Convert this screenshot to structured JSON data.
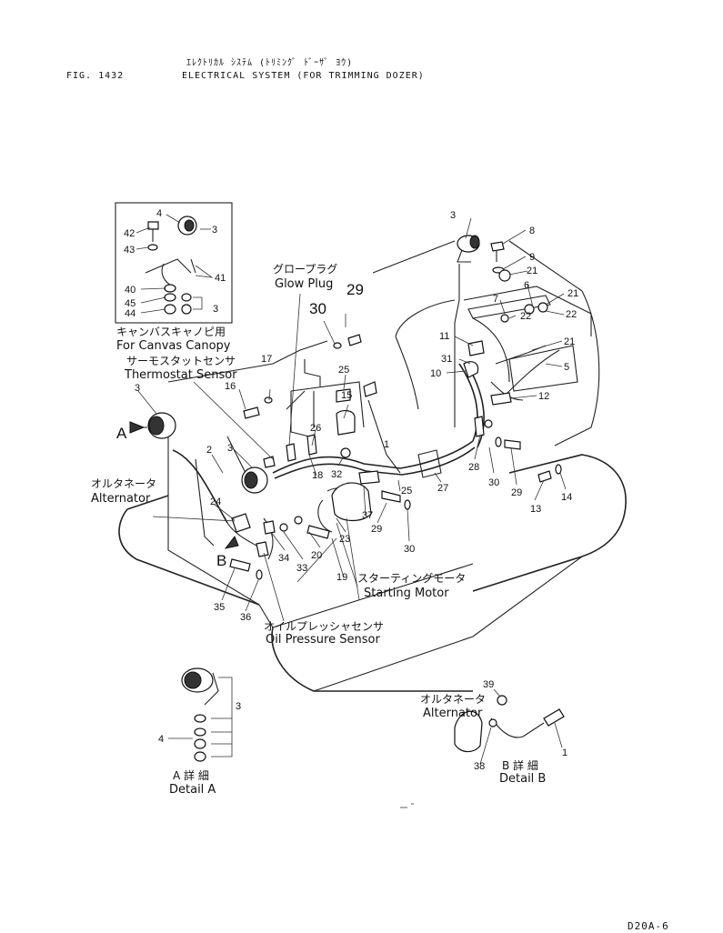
{
  "header": {
    "fig": "FIG. 1432",
    "title_jp": "ｴﾚｸﾄﾘｶﾙ ｼｽﾃﾑ (ﾄﾘﾐﾝｸﾞ ﾄﾞｰｻﾞ ﾖｳ)",
    "title_en": "ELECTRICAL SYSTEM (FOR TRIMMING DOZER)"
  },
  "footer": {
    "code": "D20A-6"
  },
  "labels": {
    "glow_plug_jp": "グロープラグ",
    "glow_plug_en": "Glow Plug",
    "canopy_jp": "キャンバスキャノピ用",
    "canopy_en": "For Canvas Canopy",
    "thermostat_jp": "サーモスタットセンサ",
    "thermostat_en": "Thermostat Sensor",
    "alternator_jp": "オルタネータ",
    "alternator_en": "Alternator",
    "starting_jp": "スターティングモータ",
    "starting_en": "Starting Motor",
    "oil_jp": "オイルプレッシャセンサ",
    "oil_en": "Oil Pressure Sensor",
    "detail_a_jp": "A 詳 細",
    "detail_a_en": "Detail A",
    "detail_b_jp": "B 詳 細",
    "detail_b_en": "Detail B",
    "alt_b_jp": "オルタネータ",
    "alt_b_en": "Alternator",
    "arrow_a": "A",
    "arrow_b": "B"
  },
  "callouts": {
    "n1": "1",
    "n2": "2",
    "n3": "3",
    "n4": "4",
    "n5": "5",
    "n6": "6",
    "n7": "7",
    "n8": "8",
    "n9": "9",
    "n10": "10",
    "n11": "11",
    "n12": "12",
    "n13": "13",
    "n14": "14",
    "n15": "15",
    "n16": "16",
    "n17": "17",
    "n18": "18",
    "n19": "19",
    "n20": "20",
    "n21": "21",
    "n22": "22",
    "n23": "23",
    "n24": "24",
    "n25": "25",
    "n26": "26",
    "n27": "27",
    "n28": "28",
    "n29": "29",
    "n30": "30",
    "n31": "31",
    "n32": "32",
    "n33": "33",
    "n34": "34",
    "n35": "35",
    "n36": "36",
    "n37": "37",
    "n38": "38",
    "n39": "39",
    "n40": "40",
    "n41": "41",
    "n42": "42",
    "n43": "43",
    "n44": "44",
    "n45": "45"
  }
}
